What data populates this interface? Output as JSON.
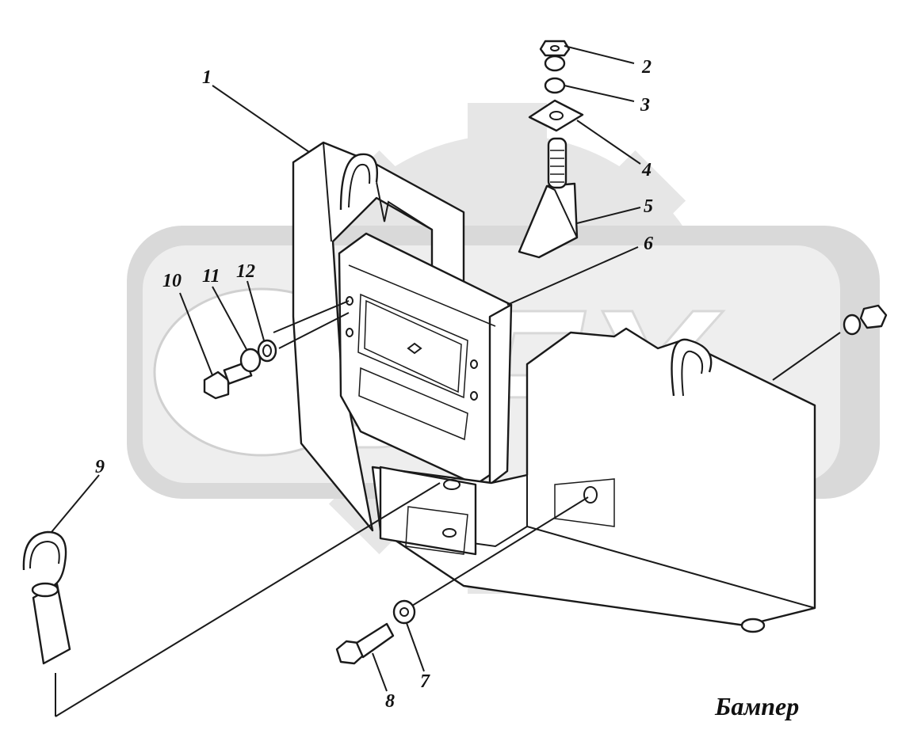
{
  "title": "Бампер",
  "watermark": {
    "text": "DFX",
    "colors": {
      "gear": "#e4e4e4",
      "band": "#d6d6d6",
      "band_inner": "#ececec"
    }
  },
  "callouts": [
    {
      "id": "1",
      "label": "1"
    },
    {
      "id": "2",
      "label": "2"
    },
    {
      "id": "3",
      "label": "3"
    },
    {
      "id": "4",
      "label": "4"
    },
    {
      "id": "5",
      "label": "5"
    },
    {
      "id": "6",
      "label": "6"
    },
    {
      "id": "7",
      "label": "7"
    },
    {
      "id": "8",
      "label": "8"
    },
    {
      "id": "9",
      "label": "9"
    },
    {
      "id": "10",
      "label": "10"
    },
    {
      "id": "11",
      "label": "11"
    },
    {
      "id": "12",
      "label": "12"
    }
  ]
}
